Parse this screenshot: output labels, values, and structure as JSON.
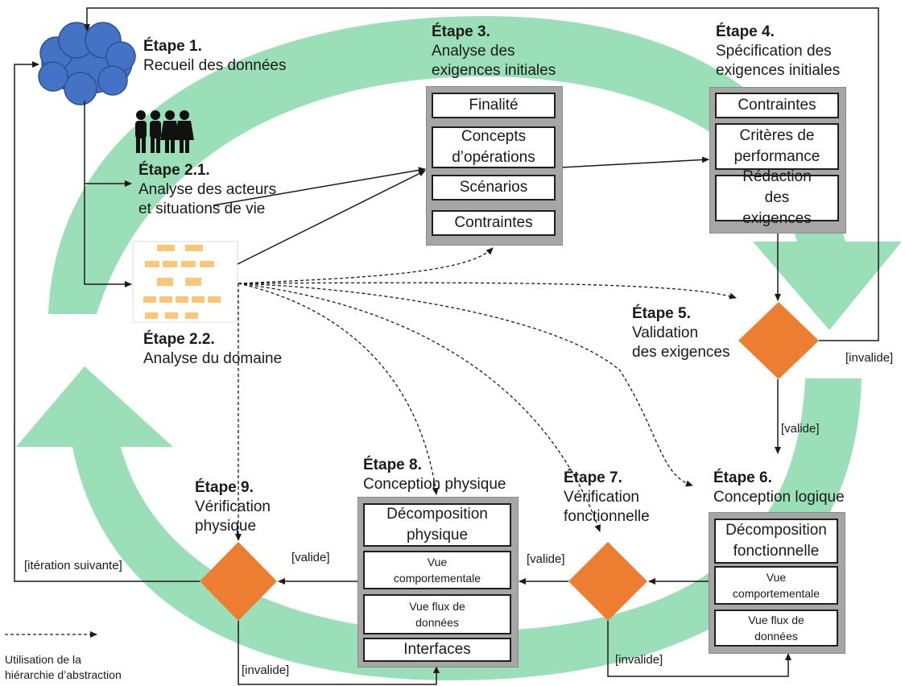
{
  "steps": {
    "s1": {
      "title": "Étape 1.",
      "text": "Recueil des données"
    },
    "s21": {
      "title": "Étape 2.1.",
      "line1": "Analyse des acteurs",
      "line2": "et situations de vie"
    },
    "s22": {
      "title": "Étape 2.2.",
      "text": "Analyse du domaine"
    },
    "s3": {
      "title": "Étape 3.",
      "line1": "Analyse des",
      "line2": "exigences initiales",
      "items": [
        "Finalité",
        "Concepts d’opérations",
        "Scénarios",
        "Contraintes"
      ]
    },
    "s4": {
      "title": "Étape 4.",
      "line1": "Spécification des",
      "line2": "exigences initiales",
      "items": [
        "Contraintes",
        "Critères de performance",
        "Rédaction des exigences"
      ]
    },
    "s5": {
      "title": "Étape 5.",
      "line1": "Validation",
      "line2": "des exigences"
    },
    "s6": {
      "title": "Étape 6.",
      "text": "Conception logique",
      "items": [
        "Décomposition fonctionnelle",
        "Vue comportementale",
        "Vue flux de données"
      ]
    },
    "s7": {
      "title": "Étape 7.",
      "line1": "Vérification",
      "line2": "fonctionnelle"
    },
    "s8": {
      "title": "Étape 8.",
      "text": "Conception physique",
      "items": [
        "Décomposition physique",
        "Vue comportementale",
        "Vue flux de données",
        "Interfaces"
      ]
    },
    "s9": {
      "title": "Étape 9.",
      "line1": "Vérification",
      "line2": "physique"
    }
  },
  "edge_labels": {
    "invalide_5": "[invalide]",
    "valide_5": "[valide]",
    "valide_7": "[valide]",
    "invalide_7": "[invalide]",
    "valide_9": "[valide]",
    "invalide_9": "[invalide]",
    "iteration": "[itération suivante]"
  },
  "legend": {
    "line1": "Utilisation de la",
    "line2": "hiérarchie d’abstraction"
  },
  "colors": {
    "cycle_arrow": "#8fdcb0",
    "decision": "#ed7d31",
    "cloud": "#4472c4",
    "box_fill": "#a6a6a6",
    "domain_model": "#f8c878"
  },
  "icons": [
    "cloud-icon",
    "people-icon",
    "domain-model-thumbnail"
  ]
}
